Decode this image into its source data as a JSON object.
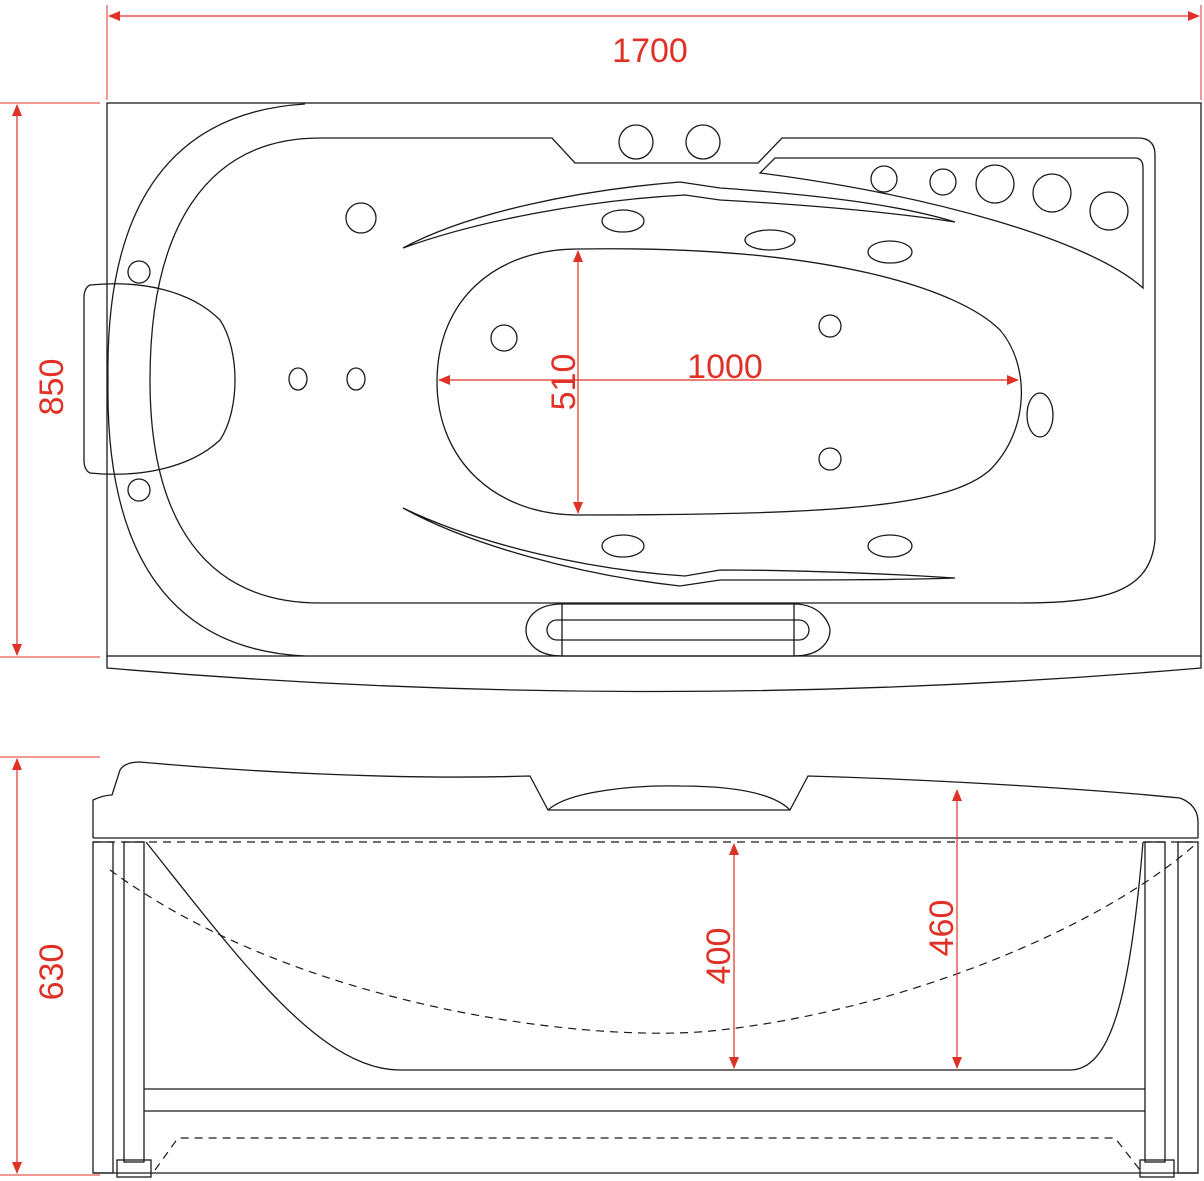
{
  "colors": {
    "dimension": "#e03127",
    "outline": "#1a1a1a",
    "background": "#ffffff"
  },
  "dimensions": {
    "overall_length": "1700",
    "overall_width": "850",
    "inner_length": "1000",
    "inner_width": "510",
    "overall_height": "630",
    "depth_inner": "400",
    "depth_rim": "460"
  }
}
